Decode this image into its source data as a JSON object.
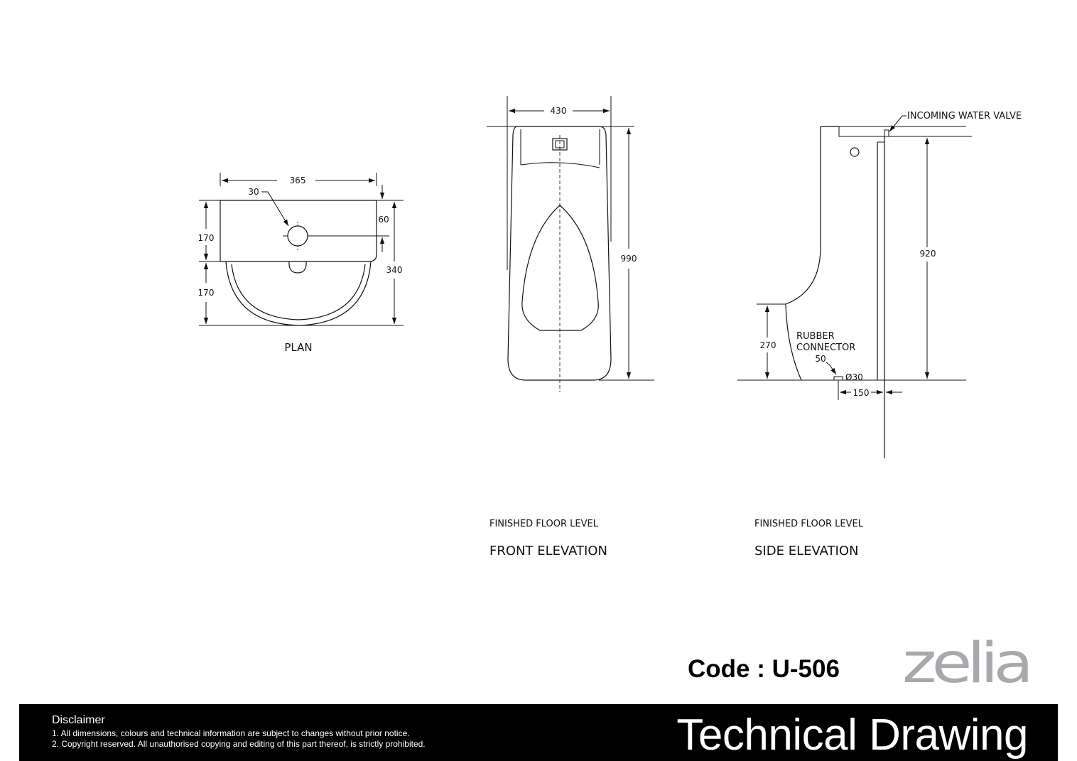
{
  "plan": {
    "caption": "PLAN",
    "dim_width": "365",
    "dim_hole_dia": "30",
    "dim_hole_offset": "60",
    "dim_upper": "170",
    "dim_lower": "170",
    "dim_depth": "340"
  },
  "front": {
    "dim_width": "430",
    "dim_height": "990",
    "floor_label": "FINISHED FLOOR LEVEL",
    "caption": "FRONT ELEVATION"
  },
  "side": {
    "valve_label": "INCOMING WATER VALVE",
    "dim_valve_height": "920",
    "dim_lip_height": "270",
    "connector_line1": "RUBBER",
    "connector_line2": "CONNECTOR",
    "dim_connector": "50",
    "dim_outlet_dia": "Ø30",
    "dim_outlet_offset": "150",
    "floor_label": "FINISHED FLOOR LEVEL",
    "caption": "SIDE ELEVATION"
  },
  "product": {
    "code": "Code : U-506",
    "brand": "zelia",
    "brand_color": "#a7a9ac"
  },
  "footer": {
    "disclaimer_title": "Disclaimer",
    "disclaimer_1": "1. All dimensions, colours and technical information are subject to changes without prior notice.",
    "disclaimer_2": "2. Copyright reserved. All unauthorised copying and editing of this part thereof, is strictly prohibited.",
    "title": "Technical Drawing"
  }
}
